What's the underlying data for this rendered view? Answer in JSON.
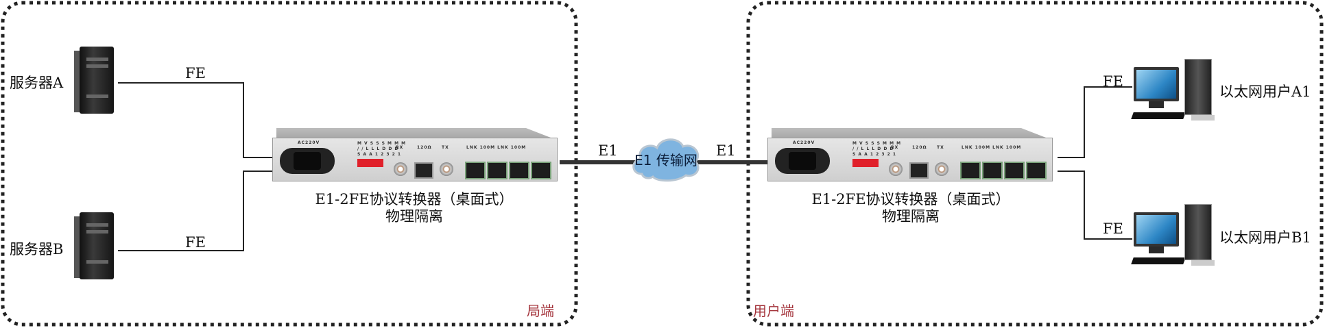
{
  "zones": {
    "local": "局端",
    "remote": "用户端"
  },
  "servers": [
    {
      "label": "服务器A",
      "link": "FE"
    },
    {
      "label": "服务器B",
      "link": "FE"
    }
  ],
  "users": [
    {
      "label": "以太网用户A1",
      "link": "FE"
    },
    {
      "label": "以太网用户B1",
      "link": "FE"
    }
  ],
  "devices": [
    {
      "caption_line1": "E1-2FE协议转换器（桌面式）",
      "caption_line2": "物理隔离"
    },
    {
      "caption_line1": "E1-2FE协议转换器（桌面式）",
      "caption_line2": "物理隔离"
    }
  ],
  "device_panel": {
    "power": "AC220V",
    "dip": "M V S S S M M M",
    "dip2": "/ / L L L D D D",
    "dip3": "S A A 1 2 3 2 1",
    "rx": "RX",
    "impedance": "120Ω",
    "tx": "TX",
    "ports": "LNK 100M LNK 100M"
  },
  "e1_link": {
    "left_label": "E1",
    "right_label": "E1",
    "cloud_label": "E1 传输网"
  },
  "colors": {
    "border": "#222222",
    "zone_text": "#a3323a",
    "cloud": "#6fa8d8"
  }
}
